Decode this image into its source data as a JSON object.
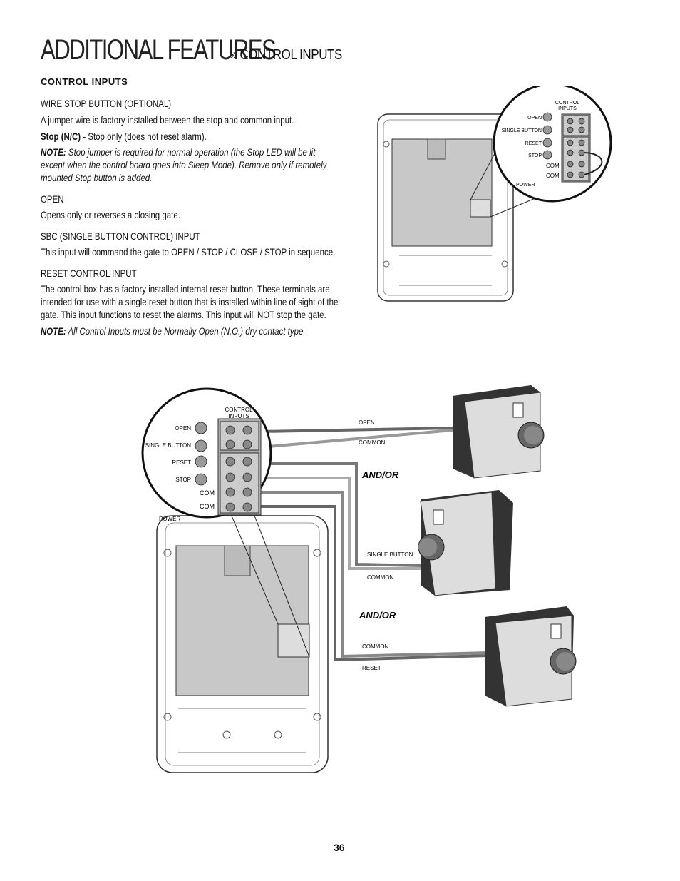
{
  "header": {
    "title": "Additional Features",
    "subtitle": "» Control Inputs"
  },
  "section": {
    "heading": "CONTROL INPUTS"
  },
  "wire_stop": {
    "label": "WIRE STOP BUTTON (OPTIONAL)",
    "text": "A jumper wire is factory installed between the stop and common input.",
    "stop_term": "Stop (N/C)",
    "stop_desc": " - Stop only (does not reset alarm).",
    "note_label": "NOTE:",
    "note_text": " Stop jumper is required for normal operation (the Stop LED will be lit except when the control board goes into Sleep Mode). Remove only if remotely mounted Stop button is added."
  },
  "open": {
    "label": "OPEN",
    "text": "Opens only or reverses a closing gate."
  },
  "sbc": {
    "label": "SBC (SINGLE BUTTON CONTROL) INPUT",
    "text": "This input will command the gate to OPEN / STOP / CLOSE / STOP in sequence."
  },
  "reset": {
    "label": "RESET CONTROL INPUT",
    "text": "The control box has a factory installed internal reset button. These terminals are intended for use with a single reset button that is installed within line of sight of the gate. This input functions to reset the alarms. This input will NOT stop the gate.",
    "note_label": "NOTE:",
    "note_text": " All Control Inputs must be Normally Open (N.O.) dry contact type."
  },
  "diagram_top": {
    "title": "CONTROL INPUTS",
    "labels": [
      "OPEN",
      "SINGLE BUTTON",
      "RESET",
      "STOP",
      "COM",
      "COM",
      "POWER"
    ]
  },
  "diagram_main": {
    "title": "CONTROL INPUTS",
    "labels": [
      "OPEN",
      "SINGLE BUTTON",
      "RESET",
      "STOP",
      "COM",
      "COM",
      "POWER"
    ],
    "wire_labels": [
      "OPEN",
      "COMMON",
      "SINGLE BUTTON",
      "COMMON",
      "COMMON",
      "RESET"
    ],
    "and_or": [
      "AND/OR",
      "AND/OR"
    ]
  },
  "page_number": "36"
}
